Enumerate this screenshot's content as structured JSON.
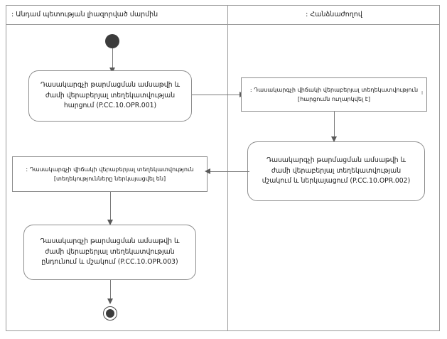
{
  "diagram": {
    "type": "uml-activity-diagram",
    "lanes": [
      {
        "id": "left",
        "label": ": Անդամ պետության լիազորված մարմին"
      },
      {
        "id": "right",
        "label": ": Հանձնաժողով"
      }
    ],
    "nodes": {
      "initial": {
        "kind": "initial-node",
        "lane": "left"
      },
      "activity1": {
        "kind": "activity",
        "lane": "left",
        "text": "Դասակարգչի թարմացման ամսաթվի և ժամի վերաբերյալ տեղեկատվության հարցում (P.CC.10.OPR.001)",
        "code": "P.CC.10.OPR.001"
      },
      "object1": {
        "kind": "object-node",
        "lane": "right",
        "text": ": Դասակարգչի վիճակի վերաբերյալ տեղեկատվություն [հարցումն ուղարկվել է]",
        "state": "հարցումն ուղարկվել է",
        "artifact": "I"
      },
      "activity2": {
        "kind": "activity",
        "lane": "right",
        "text": "Դասակարգչի թարմացման ամսաթվի և ժամի վերաբերյալ տեղեկատվության մշակում և ներկայացում (P.CC.10.OPR.002)",
        "code": "P.CC.10.OPR.002"
      },
      "object2": {
        "kind": "object-node",
        "lane": "left",
        "text": ": Դասակարգչի վիճակի վերաբերյալ տեղեկատվություն [տեղեկությունները ներկայացվել են]",
        "state": "տեղեկությունները ներկայացվել են"
      },
      "activity3": {
        "kind": "activity",
        "lane": "left",
        "text": "Դասակարգչի թարմացման ամսաթվի և ժամի վերաբերյալ տեղեկատվության ընդունում և մշակում (P.CC.10.OPR.003)",
        "code": "P.CC.10.OPR.003"
      },
      "final": {
        "kind": "final-node",
        "lane": "left"
      }
    },
    "edges": [
      {
        "from": "initial",
        "to": "activity1",
        "direction": "down"
      },
      {
        "from": "activity1",
        "to": "object1",
        "direction": "right"
      },
      {
        "from": "object1",
        "to": "activity2",
        "direction": "down"
      },
      {
        "from": "activity2",
        "to": "object2",
        "direction": "left"
      },
      {
        "from": "object2",
        "to": "activity3",
        "direction": "down"
      },
      {
        "from": "activity3",
        "to": "final",
        "direction": "down"
      }
    ],
    "colors": {
      "frame_stroke": "#9a9a9a",
      "node_stroke": "#8d8d8d",
      "edge_stroke": "#7a7a7a",
      "node_fill": "#ffffff",
      "control_node_fill": "#3c3c3c",
      "text": "#1a1a1a"
    }
  }
}
